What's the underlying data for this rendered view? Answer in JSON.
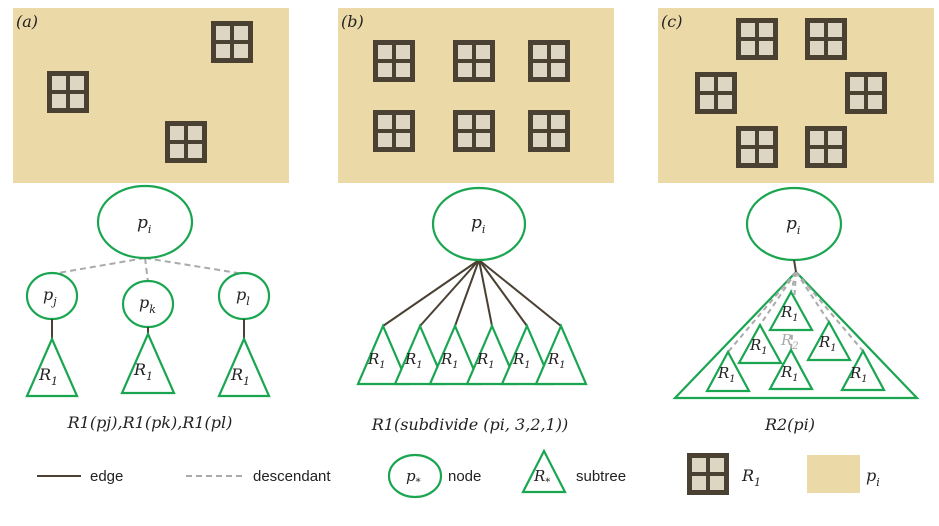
{
  "panels": {
    "a": {
      "label": "(a)"
    },
    "b": {
      "label": "(b)"
    },
    "c": {
      "label": "(c)"
    }
  },
  "trees": {
    "a": {
      "root": "p",
      "root_sub": "i",
      "children": [
        {
          "node": "p",
          "sub": "j",
          "subtree": "R",
          "subtree_sub": "1"
        },
        {
          "node": "p",
          "sub": "k",
          "subtree": "R",
          "subtree_sub": "1"
        },
        {
          "node": "p",
          "sub": "l",
          "subtree": "R",
          "subtree_sub": "1"
        }
      ],
      "caption": "R1(pj),R1(pk),R1(pl)"
    },
    "b": {
      "root": "p",
      "root_sub": "i",
      "subtree": "R",
      "subtree_sub": "1",
      "caption": "R1(subdivide (pi, 3,2,1))"
    },
    "c": {
      "root": "p",
      "root_sub": "i",
      "subtree": "R",
      "subtree_sub": "1",
      "inner_label": "R",
      "inner_sub": "2",
      "caption": "R2(pi)"
    }
  },
  "legend": {
    "edge": "edge",
    "descendant": "descendant",
    "node_symbol": "p",
    "node_sub": "*",
    "node": "node",
    "subtree_symbol": "R",
    "subtree_sub": "*",
    "subtree": "subtree",
    "r1_symbol": "R",
    "r1_sub": "1",
    "pi_symbol": "p",
    "pi_sub": "i"
  },
  "colors": {
    "panel_fill": "#ebd9a8",
    "window_frame": "#4a4133",
    "window_pane": "#ddd6c2",
    "node_green": "#1aa550",
    "edge": "#4a4133",
    "descendant": "#aaaaaa"
  }
}
